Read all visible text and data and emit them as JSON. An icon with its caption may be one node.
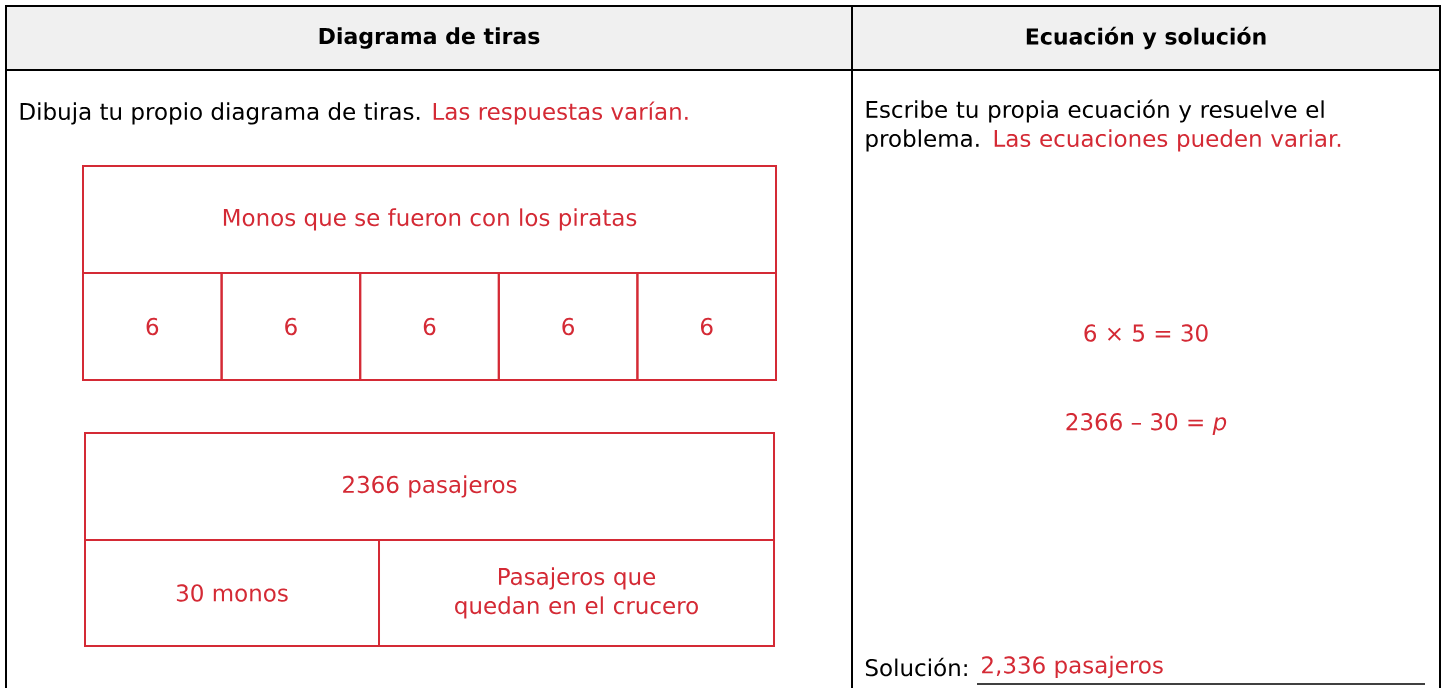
{
  "diagram": {
    "nodes": [
      {
        "text": [
          "Monos que se fueron con los piratas"
        ]
      },
      {
        "text": [
          "6"
        ]
      },
      {
        "text": [
          "6"
        ]
      },
      {
        "text": [
          "6"
        ]
      },
      {
        "text": [
          "6"
        ]
      },
      {
        "text": [
          "6"
        ]
      },
      {
        "text": [
          "2366 pasajeros"
        ]
      },
      {
        "text": [
          "30 monos"
        ]
      },
      {
        "text": [
          "Pasajeros que quedan en el crucero"
        ]
      }
    ],
    "labels": [
      "Diagrama de tiras",
      "Ecuación y solución",
      "Dibuja tu propio diagrama de tiras.",
      "Las respuestas varían.",
      "Escribe tu propia ecuación y resuelve el problema.",
      "Las ecuaciones pueden variar.",
      "6 × 5 = 30",
      "2366 – 30 = *p*",
      "Solución:",
      "2,336 pasajeros"
    ]
  }
}
